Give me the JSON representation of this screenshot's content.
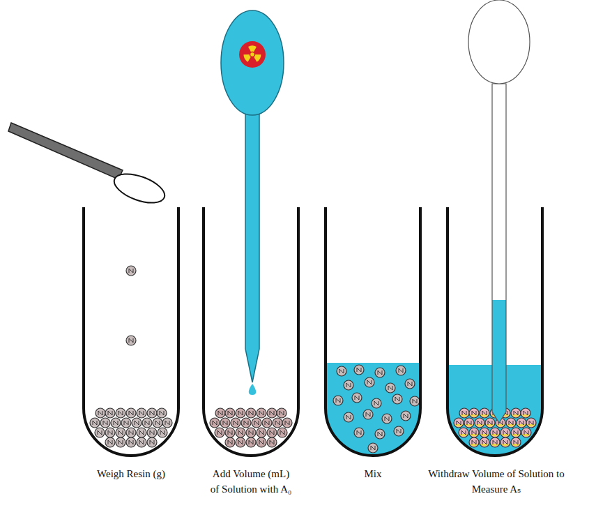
{
  "diagram": {
    "labels": [
      "Weigh Resin (g)",
      "Add Volume (mL) of Solution with A₀",
      "Mix",
      "Withdraw Volume of Solution to Measure Aₛ"
    ]
  }
}
